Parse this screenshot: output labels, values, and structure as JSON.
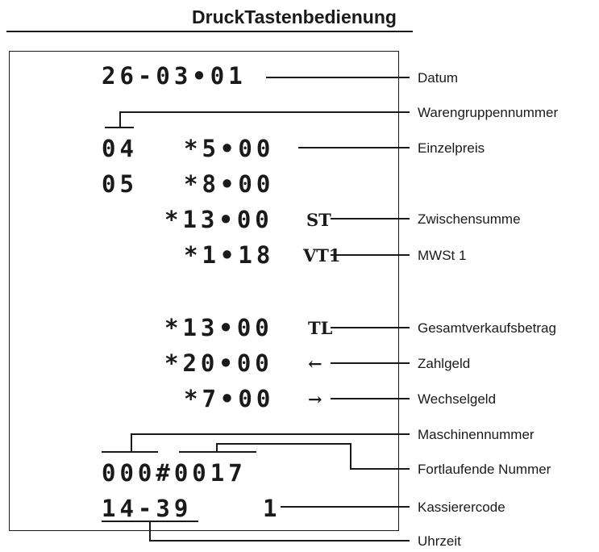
{
  "title": "DruckTastenbedienung",
  "receipt": {
    "date": "26-03•01",
    "dept1_no": "04",
    "dept1_amount": "*5•00",
    "dept2_no": "05",
    "dept2_amount": "*8•00",
    "subtotal_amount": "*13•00",
    "subtotal_symbol": "ST",
    "tax_amount": "*1•18",
    "tax_symbol": "VT1",
    "total_amount": "*13•00",
    "total_symbol": "TL",
    "tendered_amount": "*20•00",
    "tendered_symbol": "←",
    "change_amount": "*7•00",
    "change_symbol": "→",
    "machine_consecutive": "000#0017",
    "time": "14-39",
    "cashier_code": "1"
  },
  "labels": {
    "datum": "Datum",
    "warengruppennummer": "Warengruppennummer",
    "einzelpreis": "Einzelpreis",
    "zwischensumme": "Zwischensumme",
    "mwst1": "MWSt 1",
    "gesamtverkaufsbetrag": "Gesamtverkaufsbetrag",
    "zahlgeld": "Zahlgeld",
    "wechselgeld": "Wechselgeld",
    "maschinennummer": "Maschinennummer",
    "fortlaufende_nummer": "Fortlaufende Nummer",
    "kassierercode": "Kassierercode",
    "uhrzeit": "Uhrzeit"
  }
}
